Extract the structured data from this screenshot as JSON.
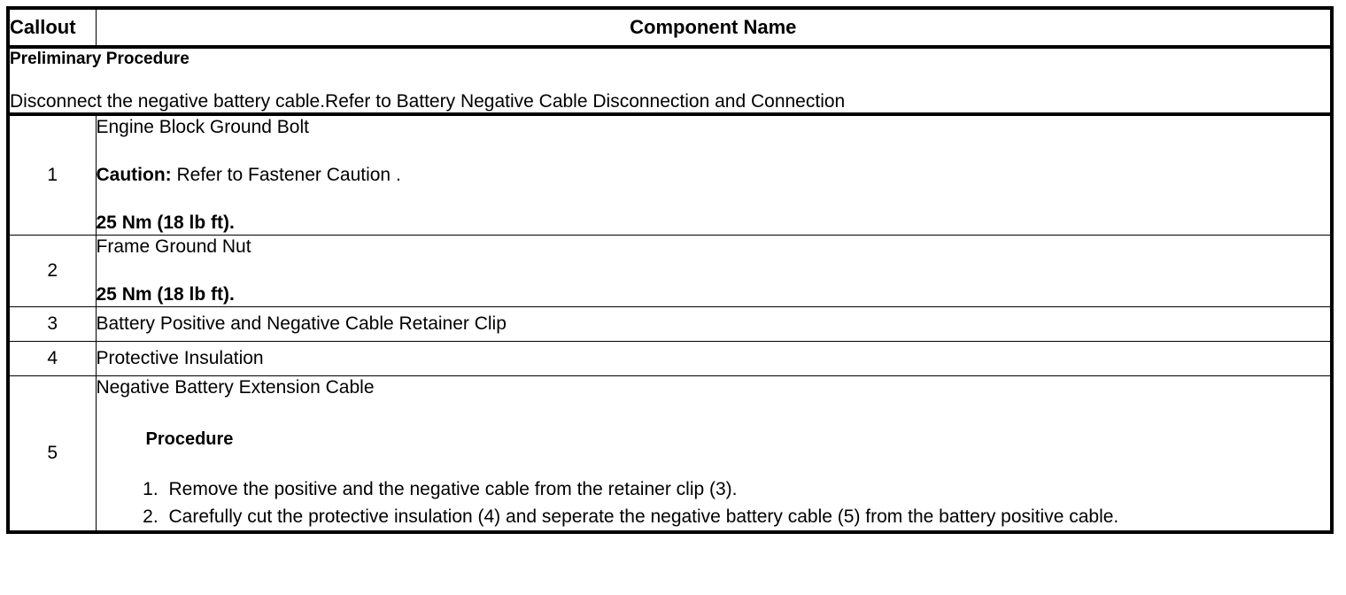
{
  "table": {
    "columns": [
      {
        "key": "callout",
        "header": "Callout"
      },
      {
        "key": "component_name",
        "header": "Component Name"
      }
    ],
    "preliminary": {
      "title": "Preliminary Procedure",
      "text": "Disconnect the negative battery cable.Refer to Battery Negative Cable Disconnection and Connection"
    },
    "rows": [
      {
        "callout": "1",
        "name": "Engine Block Ground Bolt",
        "caution_label": "Caution:",
        "caution_text": " Refer to Fastener Caution .",
        "torque": "25 Nm (18 lb ft)."
      },
      {
        "callout": "2",
        "name": "Frame Ground Nut",
        "torque": "25 Nm (18 lb ft)."
      },
      {
        "callout": "3",
        "name": "Battery Positive and Negative Cable Retainer Clip"
      },
      {
        "callout": "4",
        "name": "Protective Insulation"
      },
      {
        "callout": "5",
        "name": "Negative Battery Extension Cable",
        "procedure_heading": "Procedure",
        "steps": [
          "Remove the positive and the negative cable from the retainer clip (3).",
          "Carefully cut the protective insulation (4) and seperate the negative battery cable (5) from the battery positive cable."
        ]
      }
    ]
  },
  "colors": {
    "border": "#000000",
    "text": "#000000",
    "background": "#ffffff"
  }
}
